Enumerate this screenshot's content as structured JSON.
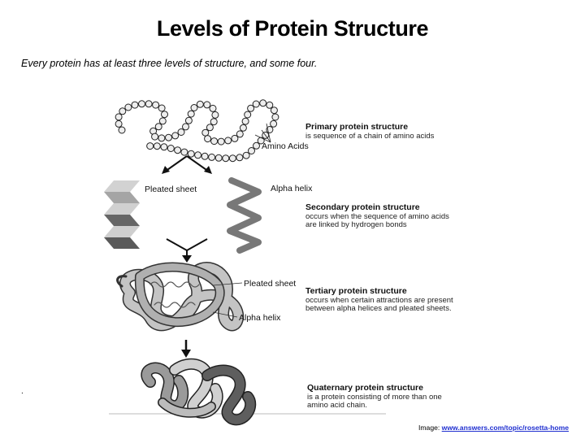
{
  "slide": {
    "title": "Levels of Protein Structure",
    "subtitle": "Every protein has at least three levels of structure, and some four.",
    "bullet_mark": "."
  },
  "diagram": {
    "primary": {
      "heading": "Primary protein structure",
      "description": "is sequence of a chain of amino acids",
      "callout": "Amino Acids"
    },
    "secondary": {
      "sheet_label": "Pleated sheet",
      "helix_label": "Alpha helix",
      "heading": "Secondary protein structure",
      "description_lines": [
        "occurs when the sequence of amino acids",
        "are linked by hydrogen bonds"
      ]
    },
    "tertiary": {
      "sheet_label": "Pleated sheet",
      "helix_label": "Alpha helix",
      "heading": "Tertiary protein structure",
      "description_lines": [
        "occurs when certain attractions are present",
        "between alpha helices and pleated sheets."
      ]
    },
    "quaternary": {
      "heading": "Quaternary protein structure",
      "description_lines": [
        "is a protein consisting of more than one",
        "amino acid chain."
      ]
    }
  },
  "credit": {
    "prefix": "Image:",
    "link": "www.answers.com/topic/rosetta-home"
  },
  "colors": {
    "bead_fill": "#ededed",
    "sheet_light": "#cfcfcf",
    "sheet_dark": "#5a5a5a",
    "helix": "#777777",
    "link": "#1f2fd0"
  }
}
